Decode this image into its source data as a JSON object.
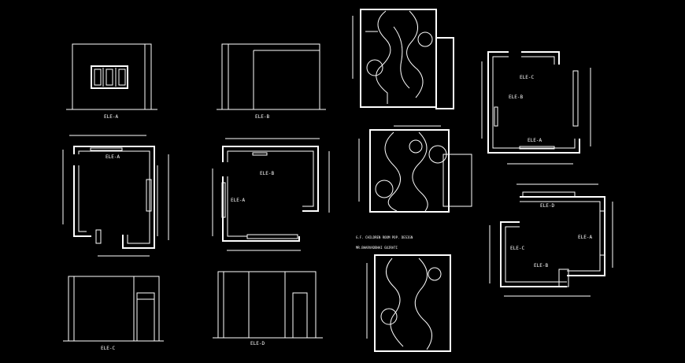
{
  "elevation_labels": {
    "a_top": "ELE-A",
    "b_top": "ELE-B",
    "c_bottom": "ELE-C",
    "d_bottom": "ELE-D"
  },
  "plan_left_labels": {
    "top": "ELE-A"
  },
  "plan_mid_labels": {
    "top": "ELE-B",
    "left": "ELE-A"
  },
  "plan_right_top_labels": {
    "top": "ELE-C",
    "left": "ELE-B",
    "bottom": "ELE-A"
  },
  "plan_right_bottom_labels": {
    "top": "ELE-D",
    "right": "ELE-A",
    "left": "ELE-C",
    "bottom": "ELE-B"
  },
  "notes": {
    "line1": "G.F. CHILDREN ROOM POP. DESIGN",
    "line2": "MR.BHARVADBHAI GUJRATI"
  },
  "colors": {
    "background": "#000000",
    "lines": "#ffffff"
  }
}
